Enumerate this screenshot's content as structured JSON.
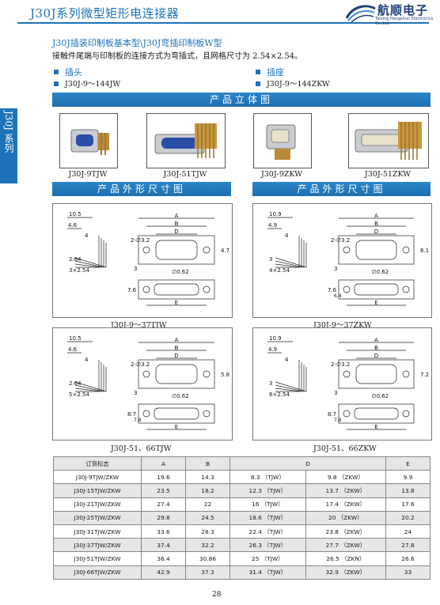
{
  "header": {
    "title": "J30J系列微型矩形电连接器",
    "brand_cn": "航顺电子",
    "brand_en": "Taixing Hangshun Electronics Co.,Ltd"
  },
  "side_tab": "J30J 系列",
  "intro": {
    "line1": "J30J插装印制板基本型\\J30J弯插印制板W型",
    "line2": "接触件尾端与印制板的连接方式为弯插式，且网格尺寸为 2.54×2.54。",
    "plug_label": "插头",
    "socket_label": "插座",
    "plug_range": "J30J-9～144JW",
    "socket_range": "J30J-9～144ZKW"
  },
  "sections": {
    "photos": "产品立体图",
    "dims_left": "产品外形尺寸图",
    "dims_right": "产品外形尺寸图"
  },
  "photos": [
    {
      "caption": "J30J-9TJW"
    },
    {
      "caption": "J30J-51TJW"
    },
    {
      "caption": "J30J-9ZKW"
    },
    {
      "caption": "J30J-51ZKW"
    }
  ],
  "drawings": [
    {
      "caption": "J30J-9～37TJW",
      "d1": "10.5",
      "d2": "4.6",
      "d3": "4",
      "d4": "2-∅3.2",
      "d5": "2.64",
      "d6": "3×2.54",
      "d7": "∅0.62",
      "d8": "7.6",
      "d9": "4.7",
      "d10": "3",
      "labels": [
        "A",
        "B",
        "D",
        "E"
      ]
    },
    {
      "caption": "J30J-9～37ZKW",
      "d1": "10.9",
      "d2": "4.9",
      "d3": "4",
      "d4": "2-∅3.2",
      "d5": "3",
      "d6": "4×2.54",
      "d7": "∅0.62",
      "d8": "7.6",
      "d9": "6.1",
      "d10": "3",
      "d11": "6.4",
      "labels": [
        "A",
        "B",
        "D",
        "E"
      ]
    },
    {
      "caption": "J30J-51、66TJW",
      "d1": "10.5",
      "d2": "4.6",
      "d3": "4",
      "d4": "2-∅3.2",
      "d5": "2.64",
      "d6": "5×2.54",
      "d7": "∅0.62",
      "d8": "8.7",
      "d9": "5.8",
      "d10": "3",
      "d11": "7.9",
      "labels": [
        "A",
        "B",
        "D",
        "E"
      ]
    },
    {
      "caption": "J30J-51、66ZKW",
      "d1": "10.9",
      "d2": "4.9",
      "d3": "4",
      "d4": "2-∅3.2",
      "d5": "3",
      "d6": "6×2.54",
      "d7": "∅0.62",
      "d8": "8.7",
      "d9": "7.2",
      "d10": "3",
      "d11": "7.9",
      "labels": [
        "A",
        "B",
        "D",
        "E"
      ]
    }
  ],
  "table": {
    "headers": [
      "订货标志",
      "A",
      "B",
      "D",
      "E"
    ],
    "rows": [
      [
        "J30J-9TJW/ZKW",
        "19.6",
        "14.3",
        "8.3 （TJW）",
        "9.8 （ZKW）",
        "9.9"
      ],
      [
        "J30J-15TJW/ZKW",
        "23.5",
        "18.2",
        "12.3 （TJW）",
        "13.7 （ZKW）",
        "13.8"
      ],
      [
        "J30J-21TJW/ZKW",
        "27.4",
        "22",
        "16 （TJW）",
        "17.4 （ZKW）",
        "17.6"
      ],
      [
        "J30J-25TJW/ZKW",
        "29.8",
        "24.5",
        "18.6 （TJW）",
        "20 （ZKW）",
        "20.2"
      ],
      [
        "J30J-31TJW/ZKW",
        "33.6",
        "28.3",
        "22.4 （TJW）",
        "23.8 （ZKW）",
        "24"
      ],
      [
        "J30J-37TJW/ZKW",
        "37.4",
        "32.2",
        "26.3 （TJW）",
        "27.7 （ZKW）",
        "27.8"
      ],
      [
        "J30J-51TJW/ZKW",
        "36.4",
        "30.86",
        "25 （TJW）",
        "26.5 （ZKN）",
        "26.6"
      ],
      [
        "J30J-66TJW/ZKW",
        "42.9",
        "37.3",
        "31.4 （TJW）",
        "32.9 （ZKW）",
        "33"
      ]
    ]
  },
  "page_number": "28",
  "colors": {
    "accent": "#1e73b8",
    "band": "#1d6fb0",
    "table_stripe": "#e6e6e6"
  },
  "icons": {
    "brand": "swoosh-logo-icon",
    "bullet": "square-bullet-icon"
  }
}
